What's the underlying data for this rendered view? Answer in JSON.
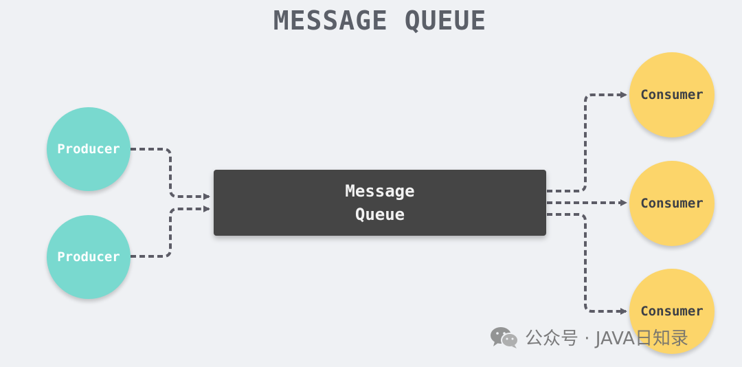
{
  "diagram": {
    "title": "MESSAGE QUEUE",
    "queue": {
      "line1": "Message",
      "line2": "Queue"
    },
    "producers": [
      {
        "label": "Producer"
      },
      {
        "label": "Producer"
      }
    ],
    "consumers": [
      {
        "label": "Consumer"
      },
      {
        "label": "Consumer"
      },
      {
        "label": "Consumer"
      }
    ],
    "colors": {
      "background": "#eff1f4",
      "producer": "#79d9cf",
      "consumer": "#fcd56a",
      "queue": "#454545",
      "connector": "#5c5c66"
    }
  },
  "watermark": {
    "text": "公众号 · JAVA日知录",
    "icon": "wechat-icon"
  }
}
